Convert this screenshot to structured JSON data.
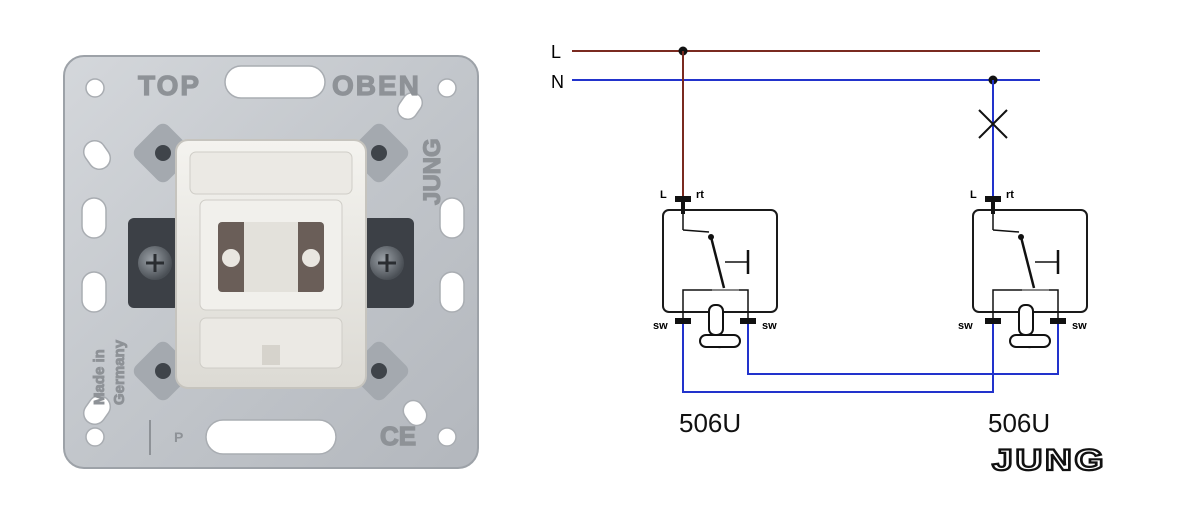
{
  "photo": {
    "top_label": "TOP",
    "oben_label": "OBEN",
    "brand_vertical": "JUNG",
    "made_in_line1": "Made in",
    "made_in_line2": "Germany",
    "small_marks": "P",
    "ce_mark": "CE"
  },
  "diagram": {
    "line_L": "L",
    "line_N": "N",
    "switch_left": {
      "terminal_L": "L",
      "terminal_rt": "rt",
      "terminal_sw_left": "sw",
      "terminal_sw_right": "sw",
      "model": "506U"
    },
    "switch_right": {
      "terminal_L": "L",
      "terminal_rt": "rt",
      "terminal_sw_left": "sw",
      "terminal_sw_right": "sw",
      "model": "506U"
    },
    "logo": "JUNG",
    "colors": {
      "phase_wire": "#7a2a20",
      "neutral_wire": "#2233cc",
      "traveler_wire": "#2233cc",
      "outline": "#1a1a1a"
    }
  }
}
